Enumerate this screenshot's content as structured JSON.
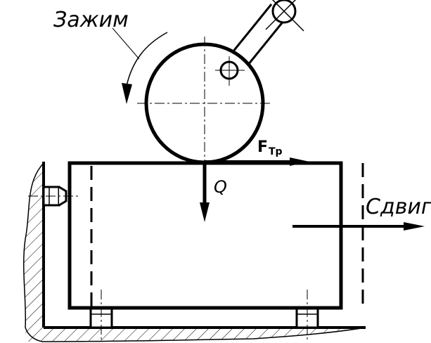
{
  "labels": {
    "clamp": "Зажим",
    "shift": "Сдвиг",
    "normal_force": "Q",
    "friction_main": "F",
    "friction_sub": "Тр"
  },
  "colors": {
    "stroke": "#000000",
    "background": "#ffffff"
  }
}
